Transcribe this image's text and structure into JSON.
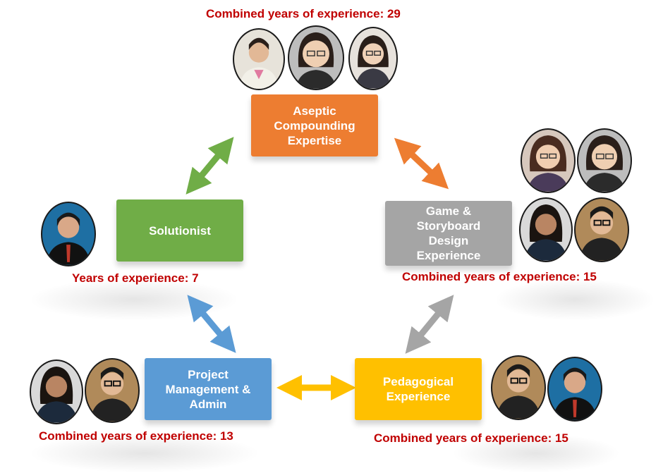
{
  "diagram": {
    "nodes": {
      "aseptic": {
        "label": "Aseptic\nCompounding\nExpertise",
        "color": "#ed7d31",
        "caption": "Combined years of experience: 29",
        "people": 3
      },
      "game": {
        "label": "Game &\nStoryboard\nDesign\nExperience",
        "color": "#a5a5a5",
        "caption": "Combined years of experience: 15",
        "people": 4
      },
      "pedagogical": {
        "label": "Pedagogical\nExperience",
        "color": "#ffc000",
        "caption": "Combined years of experience: 15",
        "people": 2
      },
      "project": {
        "label": "Project\nManagement &\nAdmin",
        "color": "#5b9bd5",
        "caption": "Combined years of experience: 13",
        "people": 2
      },
      "solutionist": {
        "label": "Solutionist",
        "color": "#70ad47",
        "caption": "Years of experience: 7",
        "people": 1
      }
    },
    "connectors": [
      {
        "from": "solutionist",
        "to": "aseptic",
        "color": "#70ad47"
      },
      {
        "from": "aseptic",
        "to": "game",
        "color": "#ed7d31"
      },
      {
        "from": "game",
        "to": "pedagogical",
        "color": "#a5a5a5"
      },
      {
        "from": "pedagogical",
        "to": "project",
        "color": "#ffc000"
      },
      {
        "from": "project",
        "to": "solutionist",
        "color": "#5b9bd5"
      }
    ]
  }
}
